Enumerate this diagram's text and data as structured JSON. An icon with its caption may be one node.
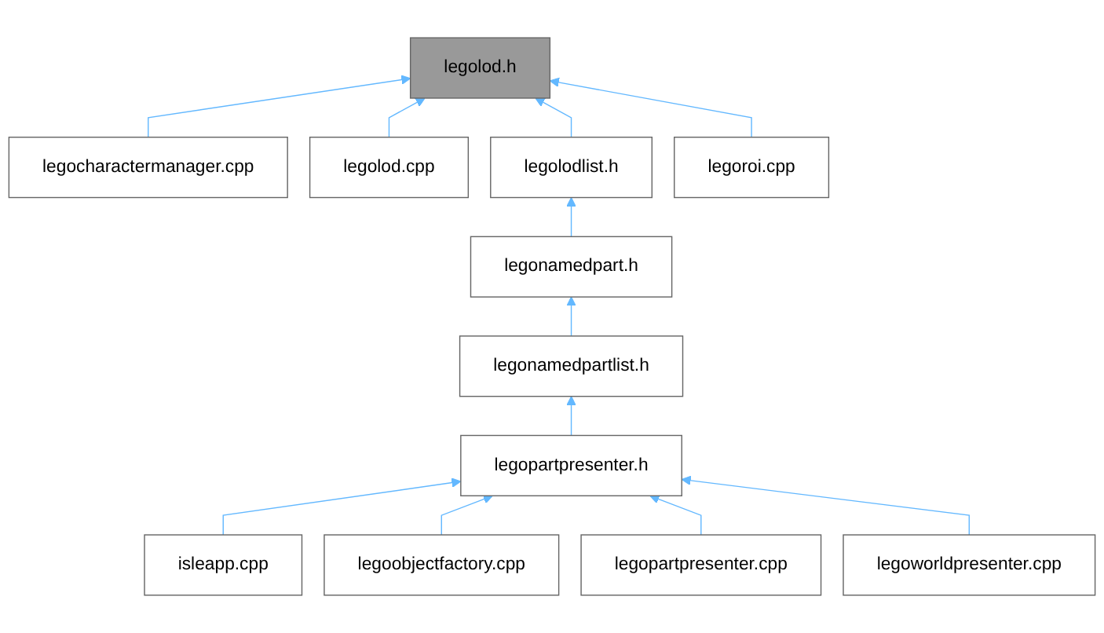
{
  "diagram": {
    "nodes": [
      {
        "text": [
          "legolod.h"
        ]
      },
      {
        "text": [
          "legocharactermanager.cpp"
        ]
      },
      {
        "text": [
          "legolod.cpp"
        ]
      },
      {
        "text": [
          "legolodlist.h"
        ]
      },
      {
        "text": [
          "legoroi.cpp"
        ]
      },
      {
        "text": [
          "legonamedpart.h"
        ]
      },
      {
        "text": [
          "legonamedpartlist.h"
        ]
      },
      {
        "text": [
          "legopartpresenter.h"
        ]
      },
      {
        "text": [
          "isleapp.cpp"
        ]
      },
      {
        "text": [
          "legoobjectfactory.cpp"
        ]
      },
      {
        "text": [
          "legopartpresenter.cpp"
        ]
      },
      {
        "text": [
          "legoworldpresenter.cpp"
        ]
      }
    ],
    "edges": [
      {
        "from": 1,
        "to": 0,
        "arrow": "to"
      },
      {
        "from": 2,
        "to": 0,
        "arrow": "to"
      },
      {
        "from": 3,
        "to": 0,
        "arrow": "to"
      },
      {
        "from": 4,
        "to": 0,
        "arrow": "to"
      },
      {
        "from": 5,
        "to": 3,
        "arrow": "to"
      },
      {
        "from": 6,
        "to": 5,
        "arrow": "to"
      },
      {
        "from": 7,
        "to": 6,
        "arrow": "to"
      },
      {
        "from": 8,
        "to": 7,
        "arrow": "to"
      },
      {
        "from": 9,
        "to": 7,
        "arrow": "to"
      },
      {
        "from": 10,
        "to": 7,
        "arrow": "to"
      },
      {
        "from": 11,
        "to": 7,
        "arrow": "to"
      }
    ]
  }
}
